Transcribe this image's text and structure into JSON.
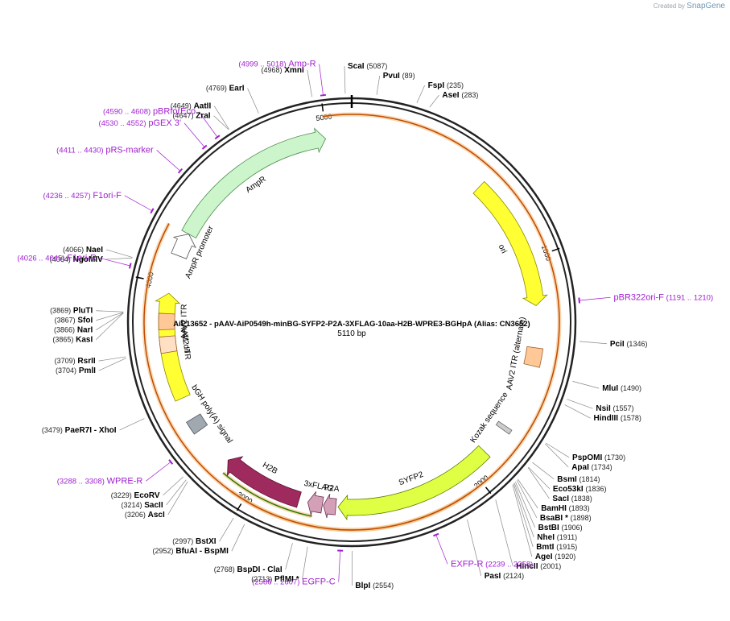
{
  "credit": {
    "prefix": "Created by",
    "brand": "SnapGene"
  },
  "plasmid": {
    "title": "AiP13652 - pAAV-AiP0549h-minBG-SYFP2-P2A-3XFLAG-10aa-H2B-WPRE3-BGHpA (Alias: CN3652)",
    "size_label": "5110 bp",
    "length": 5110
  },
  "ticks": [
    {
      "label": "1000",
      "pos": 1000
    },
    {
      "label": "2000",
      "pos": 2000
    },
    {
      "label": "3000",
      "pos": 3000
    },
    {
      "label": "4000",
      "pos": 4000
    },
    {
      "label": "5000",
      "pos": 5000
    }
  ],
  "features": [
    {
      "name": "AmpR",
      "start": 4235,
      "end": 4995,
      "dir": 1,
      "r": 230,
      "color": "#ccf5cc",
      "stroke": "#4a8a4a"
    },
    {
      "name": "AmpR promoter",
      "start": 4130,
      "end": 4235,
      "dir": 1,
      "r": 230,
      "color": "#ffffff",
      "stroke": "#555555"
    },
    {
      "name": "ori",
      "start": 615,
      "end": 1205,
      "dir": 1,
      "r": 230,
      "color": "#ffff33",
      "stroke": "#8a8a00"
    },
    {
      "name": "f1 ori",
      "start": 3490,
      "end": 3960,
      "dir": 1,
      "r": 230,
      "color": "#ffff33",
      "stroke": "#8a8a00"
    },
    {
      "name": "AAV2 ITR (alternate)",
      "start": 1390,
      "end": 1470,
      "dir": 0,
      "r": 230,
      "color": "#ffc896",
      "stroke": "#a06030"
    },
    {
      "name": "SYFP2",
      "start": 1905,
      "end": 2615,
      "dir": 1,
      "r": 230,
      "color": "#dfff44",
      "stroke": "#5a7a00"
    },
    {
      "name": "P2A",
      "start": 2625,
      "end": 2680,
      "dir": 1,
      "r": 230,
      "color": "#d4a0b8",
      "stroke": "#6a3050"
    },
    {
      "name": "3xFLAG",
      "start": 2685,
      "end": 2750,
      "dir": 1,
      "r": 230,
      "color": "#d4a0b8",
      "stroke": "#6a3050"
    },
    {
      "name": "H2B",
      "start": 2790,
      "end": 3150,
      "dir": 1,
      "r": 230,
      "color": "#9e2a5e",
      "stroke": "#5a1030"
    },
    {
      "name": "bGH poly(A) signal",
      "start": 3330,
      "end": 3390,
      "dir": 0,
      "r": 230,
      "color": "#a0a8b0",
      "stroke": "#505860"
    },
    {
      "name": "AAV2 ITR",
      "start": 3800,
      "end": 3870,
      "dir": 0,
      "r": 230,
      "color": "#ffc896",
      "stroke": "#a06030"
    },
    {
      "name": "AAV2 ITR",
      "start": 3700,
      "end": 3770,
      "dir": 0,
      "r": 230,
      "color": "#ffe0c4",
      "stroke": "#a06030"
    },
    {
      "name": "Kozak sequence",
      "start": 1760,
      "end": 1780,
      "dir": 0,
      "r": 230,
      "color": "#cccccc",
      "stroke": "#666666"
    }
  ],
  "arcs": [
    {
      "name": "AmpR (outer)",
      "start": 4995,
      "end": 4235,
      "dir": 1,
      "r": 258,
      "color": "#c04a00"
    },
    {
      "name": "SYFP2 (outer)",
      "start": 2060,
      "end": 3060,
      "dir": 1,
      "r": 258,
      "color": "#c04a00"
    },
    {
      "name": "H2B strand",
      "start": 2720,
      "end": 3130,
      "dir": 1,
      "r": 246,
      "color": "#2a7a00"
    }
  ],
  "right_labels": [
    {
      "enzyme": "ScaI",
      "num": "(5087)",
      "pos": 5087
    },
    {
      "enzyme": "PvuI",
      "num": "(89)",
      "pos": 89
    },
    {
      "enzyme": "FspI",
      "num": "(235)",
      "pos": 235
    },
    {
      "enzyme": "AseI",
      "num": "(283)",
      "pos": 283
    },
    {
      "enzyme": "PciI",
      "num": "(1346)",
      "pos": 1346
    },
    {
      "enzyme": "MluI",
      "num": "(1490)",
      "pos": 1490
    },
    {
      "enzyme": "NsiI",
      "num": "(1557)",
      "pos": 1557
    },
    {
      "enzyme": "HindIII",
      "num": "(1578)",
      "pos": 1578
    },
    {
      "enzyme": "PspOMI",
      "num": "(1730)",
      "pos": 1730
    },
    {
      "enzyme": "ApaI",
      "num": "(1734)",
      "pos": 1734
    },
    {
      "enzyme": "BsmI",
      "num": "(1814)",
      "pos": 1814
    },
    {
      "enzyme": "Eco53kI",
      "num": "(1836)",
      "pos": 1836
    },
    {
      "enzyme": "SacI",
      "num": "(1838)",
      "pos": 1838
    },
    {
      "enzyme": "BamHI",
      "num": "(1893)",
      "pos": 1893
    },
    {
      "enzyme": "BsaBI  *",
      "num": "(1898)",
      "pos": 1898
    },
    {
      "enzyme": "BstBI",
      "num": "(1906)",
      "pos": 1906
    },
    {
      "enzyme": "NheI",
      "num": "(1911)",
      "pos": 1911
    },
    {
      "enzyme": "BmtI",
      "num": "(1915)",
      "pos": 1915
    },
    {
      "enzyme": "AgeI",
      "num": "(1920)",
      "pos": 1920
    },
    {
      "enzyme": "HincII",
      "num": "(2001)",
      "pos": 2001
    },
    {
      "enzyme": "PasI",
      "num": "(2124)",
      "pos": 2124
    },
    {
      "enzyme": "BlpI",
      "num": "(2554)",
      "pos": 2554
    }
  ],
  "left_labels": [
    {
      "enzyme": "XmnI",
      "num": "(4968)",
      "pos": 4968
    },
    {
      "enzyme": "EarI",
      "num": "(4769)",
      "pos": 4769
    },
    {
      "enzyme": "AatII",
      "num": "(4649)",
      "pos": 4649
    },
    {
      "enzyme": "ZraI",
      "num": "(4647)",
      "pos": 4647
    },
    {
      "enzyme": "NaeI",
      "num": "(4066)",
      "pos": 4066
    },
    {
      "enzyme": "NgoMIV",
      "num": "(4064)",
      "pos": 4064
    },
    {
      "enzyme": "PluTI",
      "num": "(3869)",
      "pos": 3869
    },
    {
      "enzyme": "SfoI",
      "num": "(3867)",
      "pos": 3867
    },
    {
      "enzyme": "NarI",
      "num": "(3866)",
      "pos": 3866
    },
    {
      "enzyme": "KasI",
      "num": "(3865)",
      "pos": 3865
    },
    {
      "enzyme": "RsrII",
      "num": "(3709)",
      "pos": 3709
    },
    {
      "enzyme": "PmlI",
      "num": "(3704)",
      "pos": 3704
    },
    {
      "enzyme": "PaeR7I - XhoI",
      "num": "(3479)",
      "pos": 3479
    },
    {
      "enzyme": "EcoRV",
      "num": "(3229)",
      "pos": 3229
    },
    {
      "enzyme": "SacII",
      "num": "(3214)",
      "pos": 3214
    },
    {
      "enzyme": "AscI",
      "num": "(3206)",
      "pos": 3206
    },
    {
      "enzyme": "BstXI",
      "num": "(2997)",
      "pos": 2997
    },
    {
      "enzyme": "BfuAI - BspMI",
      "num": "(2952)",
      "pos": 2952
    },
    {
      "enzyme": "BspDI - ClaI",
      "num": "(2768)",
      "pos": 2768
    },
    {
      "enzyme": "PflMI *",
      "num": "(2713)",
      "pos": 2713
    }
  ],
  "primers": [
    {
      "name": "Amp-R",
      "range": "(4999 .. 5018)",
      "pos": 5008
    },
    {
      "name": "pBRforEco",
      "range": "(4590 .. 4608)",
      "pos": 4599
    },
    {
      "name": "pGEX 3'",
      "range": "(4530 .. 4552)",
      "pos": 4541
    },
    {
      "name": "pRS-marker",
      "range": "(4411 .. 4430)",
      "pos": 4420
    },
    {
      "name": "F1ori-F",
      "range": "(4236 .. 4257)",
      "pos": 4246
    },
    {
      "name": "F1ori-R",
      "range": "(4026 .. 4045)",
      "pos": 4035
    },
    {
      "name": "pBR322ori-F",
      "range": "(1191 .. 1210)",
      "pos": 1200
    },
    {
      "name": "WPRE-R",
      "range": "(3288 .. 3308)",
      "pos": 3298
    },
    {
      "name": "EXFP-R",
      "range": "(2239 .. 2258)",
      "pos": 2248
    },
    {
      "name": "EGFP-C",
      "range": "(2586 .. 2607)",
      "pos": 2596
    }
  ],
  "colors": {
    "enzyme_text": "#000000",
    "num_text": "#222222",
    "primer_text": "#a020d0",
    "primer_mark": "#a020d0",
    "backbone": "#222222",
    "leader": "#888888"
  }
}
